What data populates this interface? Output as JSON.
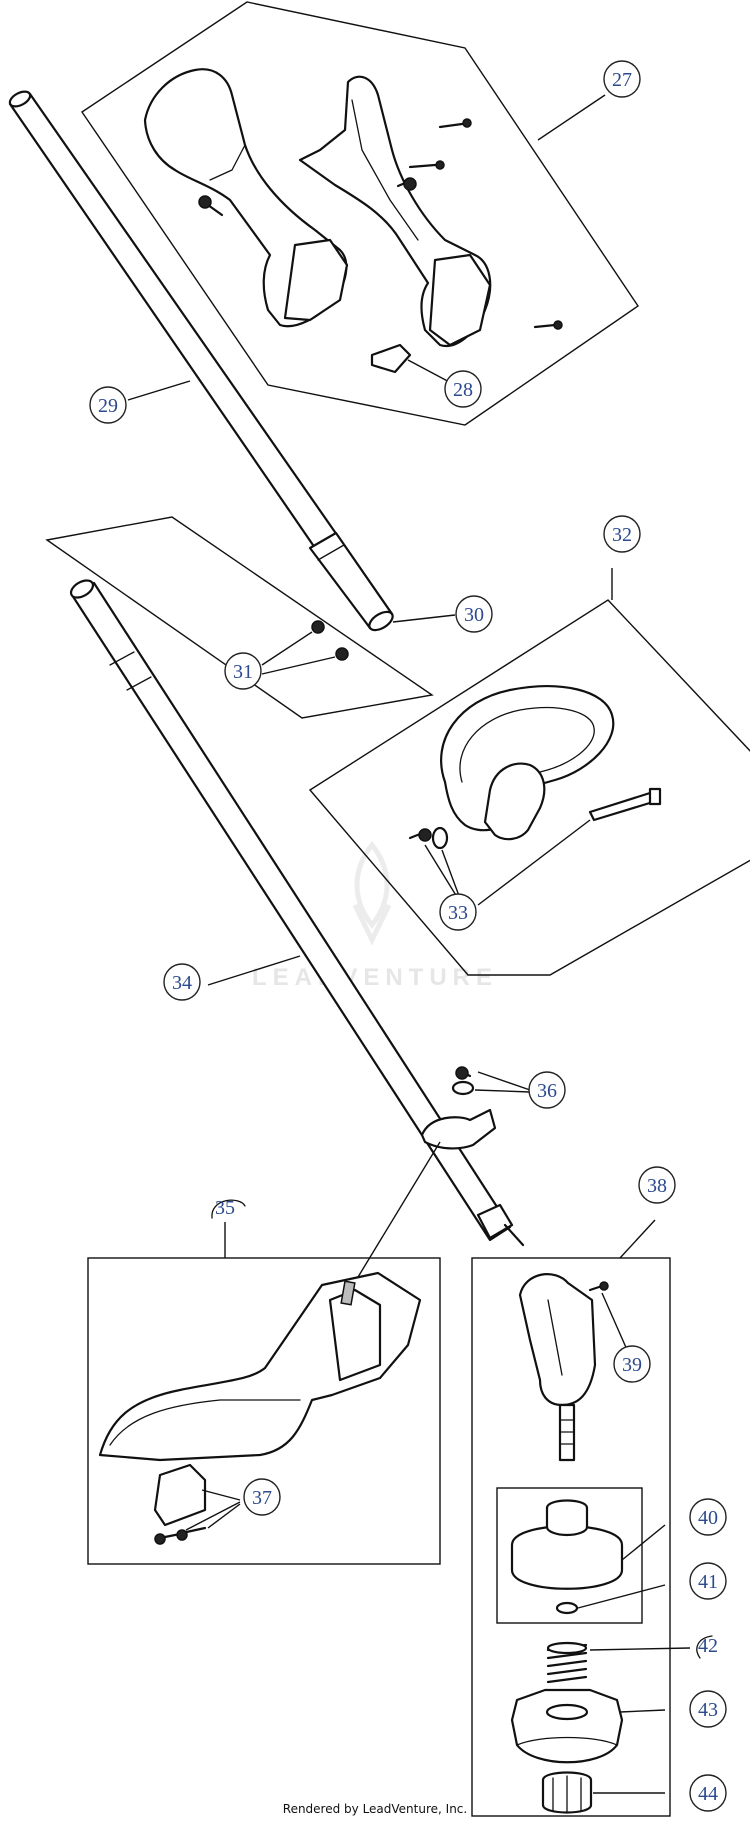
{
  "callouts": [
    {
      "id": "27",
      "label": "27"
    },
    {
      "id": "28",
      "label": "28"
    },
    {
      "id": "29",
      "label": "29"
    },
    {
      "id": "30",
      "label": "30"
    },
    {
      "id": "31",
      "label": "31"
    },
    {
      "id": "32",
      "label": "32"
    },
    {
      "id": "33",
      "label": "33"
    },
    {
      "id": "34",
      "label": "34"
    },
    {
      "id": "35",
      "label": "35"
    },
    {
      "id": "36",
      "label": "36"
    },
    {
      "id": "37",
      "label": "37"
    },
    {
      "id": "38",
      "label": "38"
    },
    {
      "id": "39",
      "label": "39"
    },
    {
      "id": "40",
      "label": "40"
    },
    {
      "id": "41",
      "label": "41"
    },
    {
      "id": "42",
      "label": "42"
    },
    {
      "id": "43",
      "label": "43"
    },
    {
      "id": "44",
      "label": "44"
    }
  ],
  "watermark": {
    "brand": "LEADVENTURE"
  },
  "footer": {
    "credit": "Rendered by LeadVenture, Inc."
  },
  "colors": {
    "callout_text": "#2c4a8e",
    "line": "#111111",
    "watermark": "#e6e6e6"
  }
}
